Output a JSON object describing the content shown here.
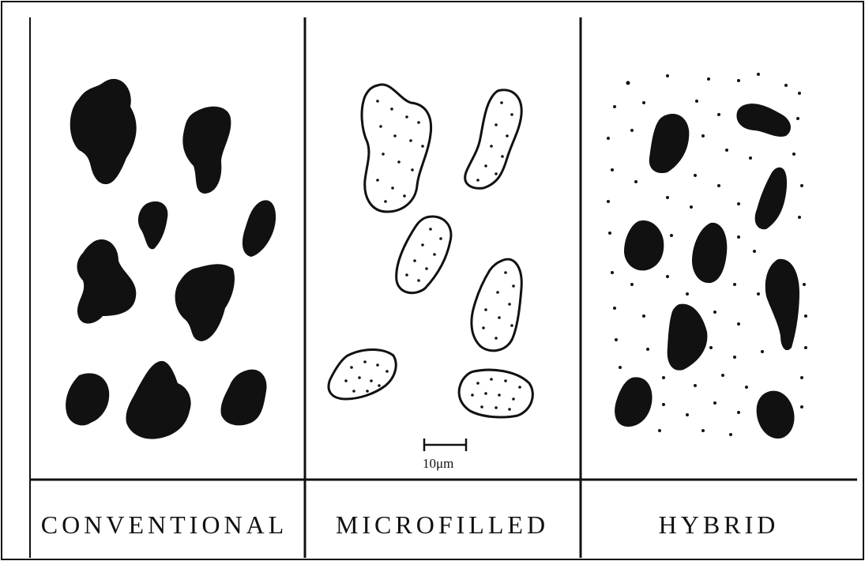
{
  "panels": [
    {
      "id": "conventional",
      "label": "CONVENTIONAL"
    },
    {
      "id": "microfilled",
      "label": "MICROFILLED"
    },
    {
      "id": "hybrid",
      "label": "HYBRID"
    }
  ],
  "scale_bar": {
    "label": "10μm"
  },
  "colors": {
    "ink": "#111111",
    "background": "#ffffff"
  }
}
